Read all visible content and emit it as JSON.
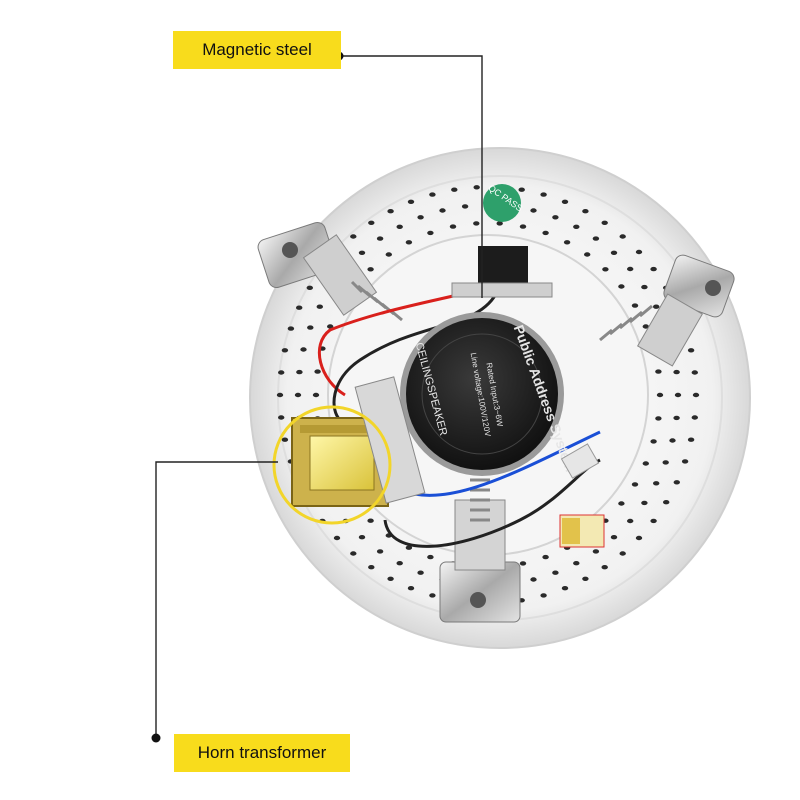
{
  "callouts": {
    "magnetic_steel": "Magnetic steel",
    "horn_transformer": "Horn transformer"
  },
  "speaker_label": {
    "brand_ring": "Public Address System",
    "product": "CEILINGSPEAKER",
    "spec_line_1": "Line voltage:100V/120V",
    "spec_line_2": "Rated Input:3~6W"
  },
  "qc_sticker": "QC PASS",
  "colors": {
    "callout_background": "#f8dc1c",
    "body_white": "#f2f2f2",
    "magnet_black": "#1c1c1c",
    "wire_red": "#d9201c",
    "wire_blue": "#1a4fd6",
    "transformer_yellow": "#e8d24a"
  }
}
